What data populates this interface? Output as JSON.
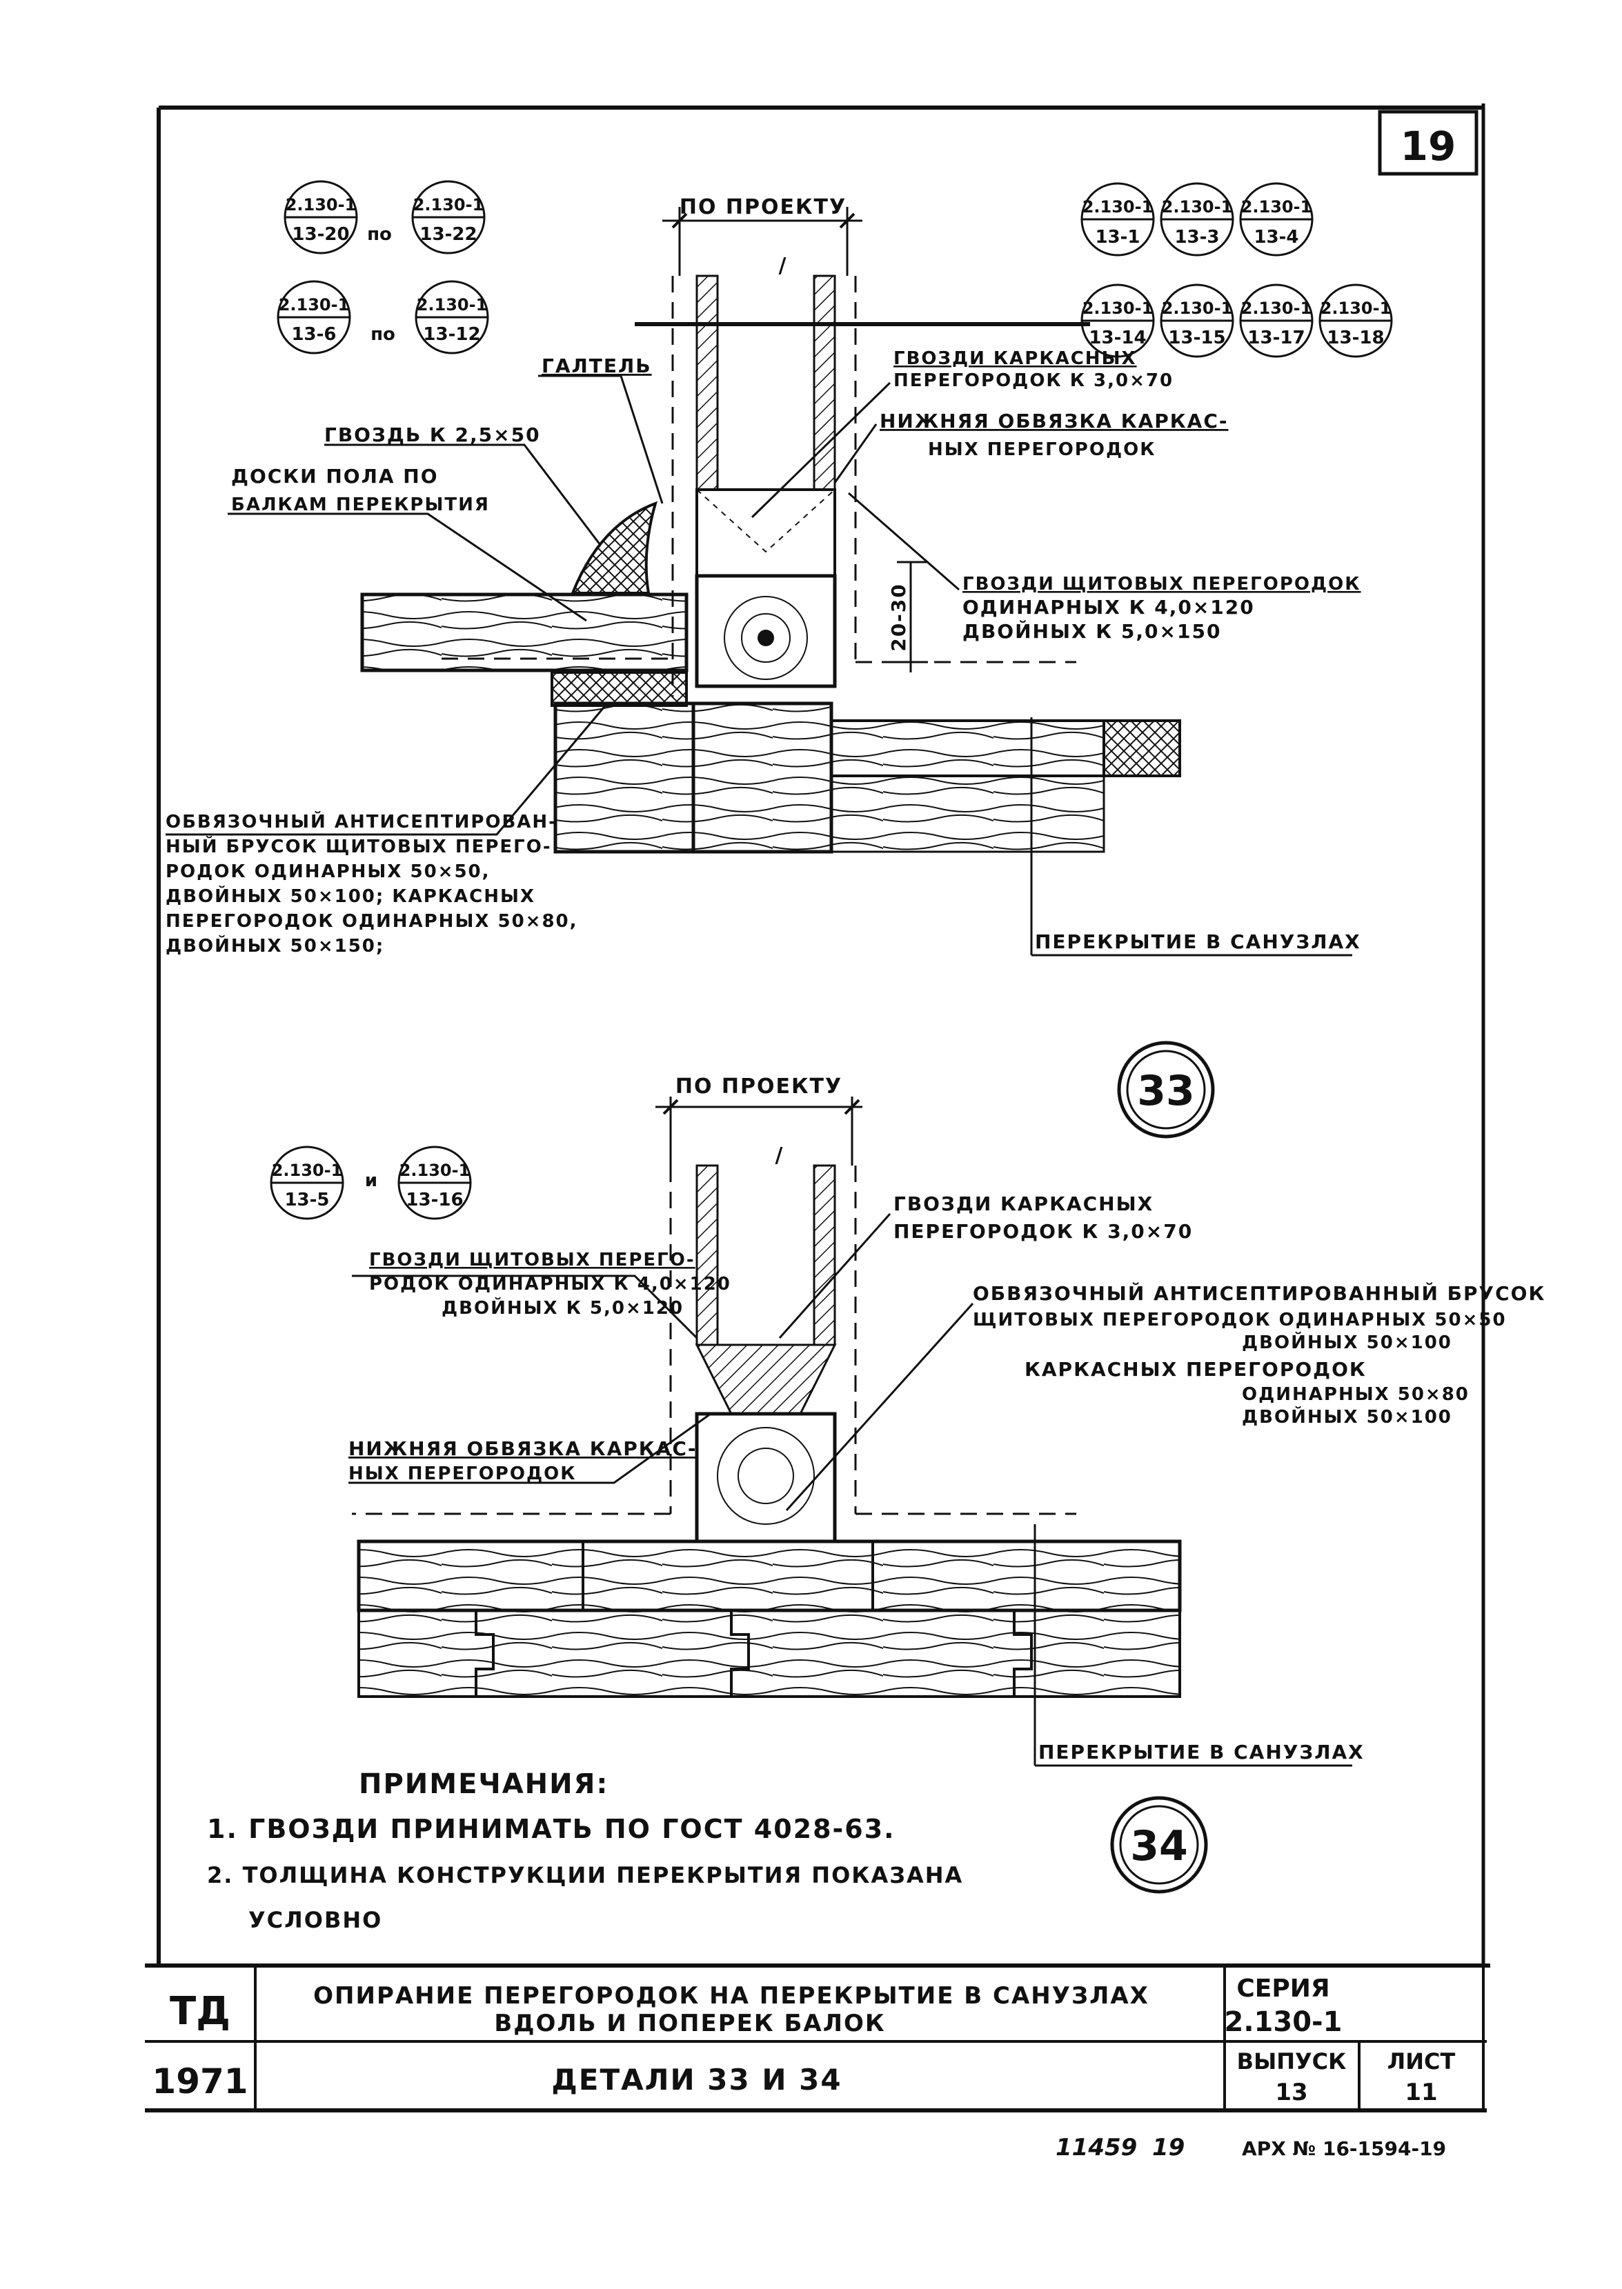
{
  "sheet": {
    "sheet_number": "19",
    "archive_number": "11459",
    "archive_sheet": "19",
    "archive_code": "АРХ № 16-1594-19"
  },
  "detail33": {
    "marker": "33",
    "dim_label": "ПО ПРОЕКТУ",
    "dim_tick": "/",
    "refs_left_row1": {
      "a_top": "2.130-1",
      "a_bottom": "13-20",
      "sep": "по",
      "b_top": "2.130-1",
      "b_bottom": "13-22"
    },
    "refs_left_row2": {
      "a_top": "2.130-1",
      "a_bottom": "13-6",
      "sep": "по",
      "b_top": "2.130-1",
      "b_bottom": "13-12"
    },
    "refs_right_row1": [
      {
        "top": "2.130-1",
        "bottom": "13-1"
      },
      {
        "top": "2.130-1",
        "bottom": "13-3"
      },
      {
        "top": "2.130-1",
        "bottom": "13-4"
      }
    ],
    "refs_right_row2": [
      {
        "top": "2.130-1",
        "bottom": "13-14"
      },
      {
        "top": "2.130-1",
        "bottom": "13-15"
      },
      {
        "top": "2.130-1",
        "bottom": "13-17"
      },
      {
        "top": "2.130-1",
        "bottom": "13-18"
      }
    ],
    "callouts": {
      "galtel": "ГАЛТЕЛЬ",
      "nail_25": "ГВОЗДЬ К 2,5×50",
      "floor_boards_1": "ДОСКИ ПОЛА ПО",
      "floor_boards_2": "БАЛКАМ ПЕРЕКРЫТИЯ",
      "frame_nails_1": "ГВОЗДИ КАРКАСНЫХ",
      "frame_nails_2": "ПЕРЕГОРОДОК К 3,0×70",
      "bottom_rail_1": "НИЖНЯЯ ОБВЯЗКА КАРКАС-",
      "bottom_rail_2": "НЫХ ПЕРЕГОРОДОК",
      "panel_nails_1": "ГВОЗДИ ЩИТОВЫХ ПЕРЕГОРОДОК",
      "panel_nails_2": "ОДИНАРНЫХ К 4,0×120",
      "panel_nails_3": "ДВОЙНЫХ К 5,0×150",
      "gap_dim": "20-30",
      "bar_1": "ОБВЯЗОЧНЫЙ АНТИСЕПТИРОВАН-",
      "bar_2": "НЫЙ БРУСОК ЩИТОВЫХ ПЕРЕГО-",
      "bar_3": "РОДОК ОДИНАРНЫХ 50×50,",
      "bar_4": "ДВОЙНЫХ 50×100; КАРКАСНЫХ",
      "bar_5": "ПЕРЕГОРОДОК ОДИНАРНЫХ 50×80,",
      "bar_6": "ДВОЙНЫХ 50×150;",
      "slab": "ПЕРЕКРЫТИЕ В САНУЗЛАХ"
    }
  },
  "detail34": {
    "marker": "34",
    "dim_label": "ПО ПРОЕКТУ",
    "dim_tick": "/",
    "refs": {
      "a_top": "2.130-1",
      "a_bottom": "13-5",
      "sep": "и",
      "b_top": "2.130-1",
      "b_bottom": "13-16"
    },
    "callouts": {
      "frame_nails_1": "ГВОЗДИ КАРКАСНЫХ",
      "frame_nails_2": "ПЕРЕГОРОДОК К 3,0×70",
      "panel_nails_1": "ГВОЗДИ ЩИТОВЫХ ПЕРЕГО-",
      "panel_nails_2": "РОДОК ОДИНАРНЫХ К 4,0×120",
      "panel_nails_3": "ДВОЙНЫХ К 5,0×120",
      "bar_1": "ОБВЯЗОЧНЫЙ АНТИСЕПТИРОВАННЫЙ БРУСОК",
      "bar_2": "ЩИТОВЫХ ПЕРЕГОРОДОК ОДИНАРНЫХ 50×50",
      "bar_3": "ДВОЙНЫХ 50×100",
      "bar_4": "КАРКАСНЫХ ПЕРЕГОРОДОК",
      "bar_5": "ОДИНАРНЫХ 50×80",
      "bar_6": "ДВОЙНЫХ 50×100",
      "bottom_rail_1": "НИЖНЯЯ ОБВЯЗКА КАРКАС-",
      "bottom_rail_2": "НЫХ ПЕРЕГОРОДОК",
      "slab": "ПЕРЕКРЫТИЕ В САНУЗЛАХ"
    }
  },
  "notes": {
    "heading": "ПРИМЕЧАНИЯ:",
    "note1": "1. ГВОЗДИ ПРИНИМАТЬ ПО ГОСТ 4028-63.",
    "note2": "2. ТОЛЩИНА КОНСТРУКЦИИ ПЕРЕКРЫТИЯ ПОКАЗАНА",
    "note2_cont": "УСЛОВНО"
  },
  "title_block": {
    "org": "ТД",
    "year": "1971",
    "title_line1": "ОПИРАНИЕ ПЕРЕГОРОДОК НА ПЕРЕКРЫТИЕ В САНУЗЛАХ",
    "title_line2": "ВДОЛЬ И ПОПЕРЕК БАЛОК",
    "subtitle": "ДЕТАЛИ 33 И 34",
    "series_label": "СЕРИЯ",
    "series_value": "2.130-1",
    "issue_label": "ВЫПУСК",
    "issue_value": "13",
    "sheet_label": "ЛИСТ",
    "sheet_value": "11"
  }
}
